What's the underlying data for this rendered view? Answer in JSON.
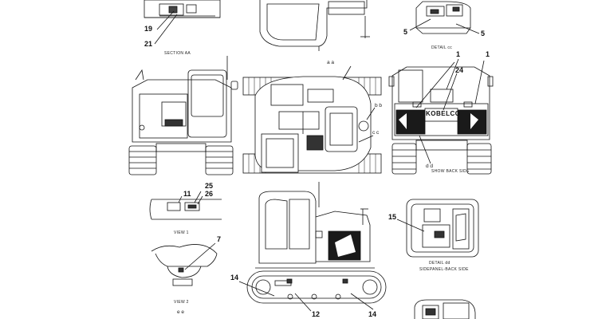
{
  "callouts": {
    "c19": "19",
    "c21": "21",
    "c5a": "5",
    "c5b": "5",
    "c1a": "1",
    "c1b": "1",
    "c24": "24",
    "c11": "11",
    "c25": "25",
    "c26": "26",
    "c7": "7",
    "c15": "15",
    "c14a": "14",
    "c14b": "14",
    "c12": "12"
  },
  "captions": {
    "section_aa": "SECTION AA",
    "detail_cc": "DETAIL cc",
    "show_back_side": "SHOW BACK SIDE",
    "view_1": "VIEW 1",
    "view_2": "VIEW 2",
    "detail_dd": "DETAIL dd",
    "sidepanel_back_side": "SIDEPANEL-BACK SIDE"
  },
  "markers": {
    "aa": "a a",
    "bb": "b b",
    "cc": "c c",
    "dd": "d d",
    "ee": "e e"
  },
  "brand": {
    "kobelco": "KOBELCO"
  }
}
